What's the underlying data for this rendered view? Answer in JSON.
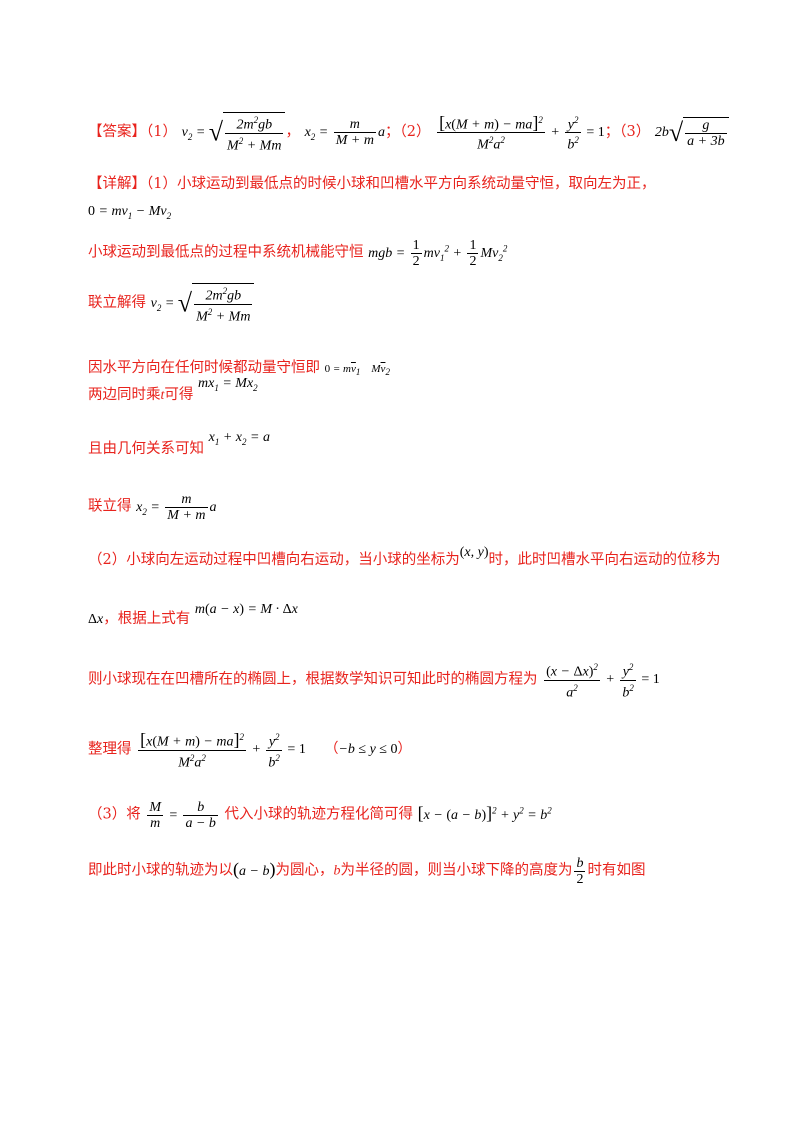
{
  "answer": {
    "label": "【答案】",
    "p1": "（1）",
    "sep1": "，",
    "p2": "；（2）",
    "p3": "；（3）"
  },
  "detail": {
    "label": "【详解】",
    "line1": "（1）小球运动到最低点的时候小球和凹槽水平方向系统动量守恒，取向左为正，",
    "line3": "小球运动到最低点的过程中系统机械能守恒",
    "line4": "联立解得",
    "line5": "因水平方向在任何时候都动量守恒即",
    "line6a": "两边同时乘",
    "line6t": "t",
    "line6b": "可得",
    "line7": "且由几何关系可知",
    "line8": "联立得",
    "line9a": "（2）小球向左运动过程中凹槽向右运动，当小球的坐标为",
    "line9b": "时，此时凹槽水平向右运动的位移为",
    "line10": "，根据上式有",
    "line11": "则小球现在在凹槽所在的椭圆上，根据数学知识可知此时的椭圆方程为",
    "line12": "整理得",
    "line13a": "（3）将",
    "line13b": "代入小球的轨迹方程化简可得",
    "line14a": "即此时小球的轨迹为以",
    "line14b": "为圆心，",
    "line14c": "为半径的圆，则当小球下降的高度为",
    "line14d": "时有如图"
  }
}
